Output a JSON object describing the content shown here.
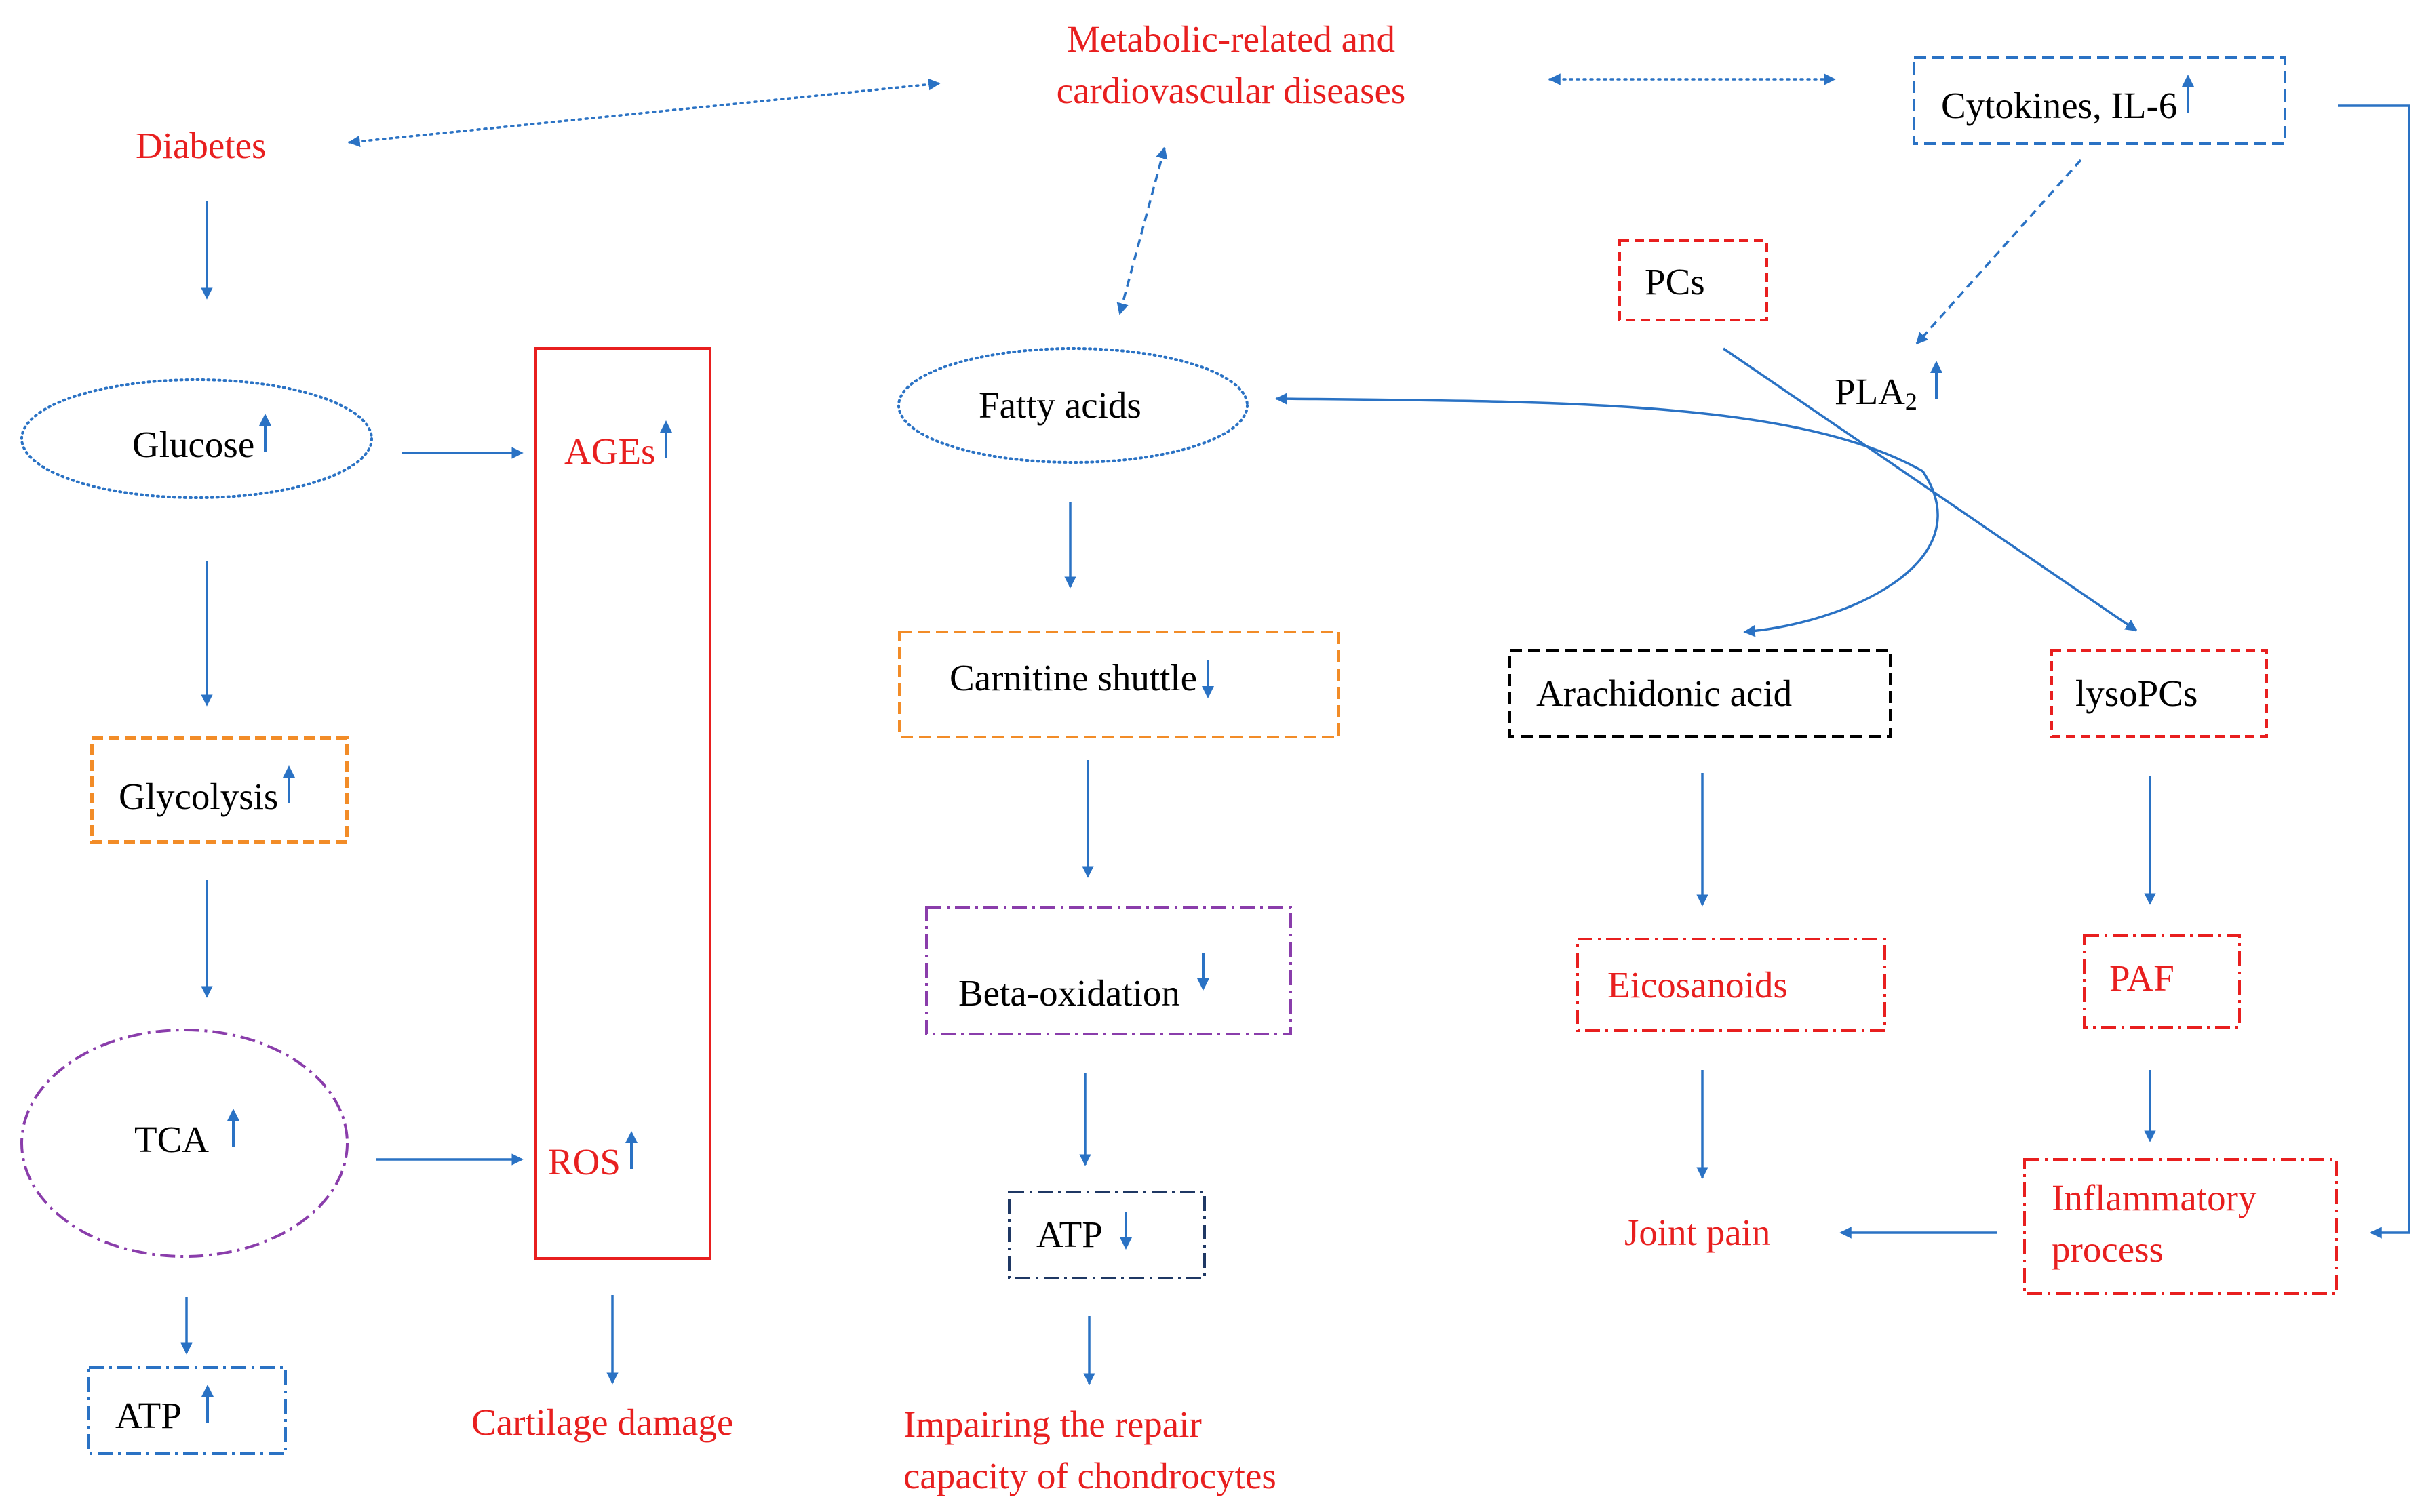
{
  "nodes": {
    "metabolic_line1": "Metabolic-related and",
    "metabolic_line2": "cardiovascular diseases",
    "diabetes": "Diabetes",
    "cytokines": "Cytokines, IL-6",
    "pcs": "PCs",
    "pla2_main": "PLA",
    "pla2_sub": "2",
    "glucose": "Glucose",
    "ages": "AGEs",
    "fatty_acids": "Fatty acids",
    "carnitine": "Carnitine shuttle",
    "arachidonic": "Arachidonic acid",
    "lysopcs": "lysoPCs",
    "glycolysis": "Glycolysis",
    "beta_oxidation": "Beta-oxidation",
    "eicosanoids": "Eicosanoids",
    "paf": "PAF",
    "tca": "TCA",
    "ros": "ROS",
    "atp_center": "ATP",
    "joint_pain": "Joint pain",
    "inflammatory_line1": "Inflammatory",
    "inflammatory_line2": "process",
    "atp_left": "ATP",
    "cartilage": "Cartilage damage",
    "impairing_line1": "Impairing the repair",
    "impairing_line2": "capacity of chondrocytes"
  },
  "colors": {
    "arrow_blue": "#2a72c4",
    "text_red": "#e81f1f",
    "box_orange": "#f28c28",
    "box_purple": "#8a3dab",
    "box_navy": "#1f3864",
    "box_black": "#000000"
  },
  "icons": {
    "increase": "arrow-up-icon",
    "decrease": "arrow-down-icon"
  }
}
